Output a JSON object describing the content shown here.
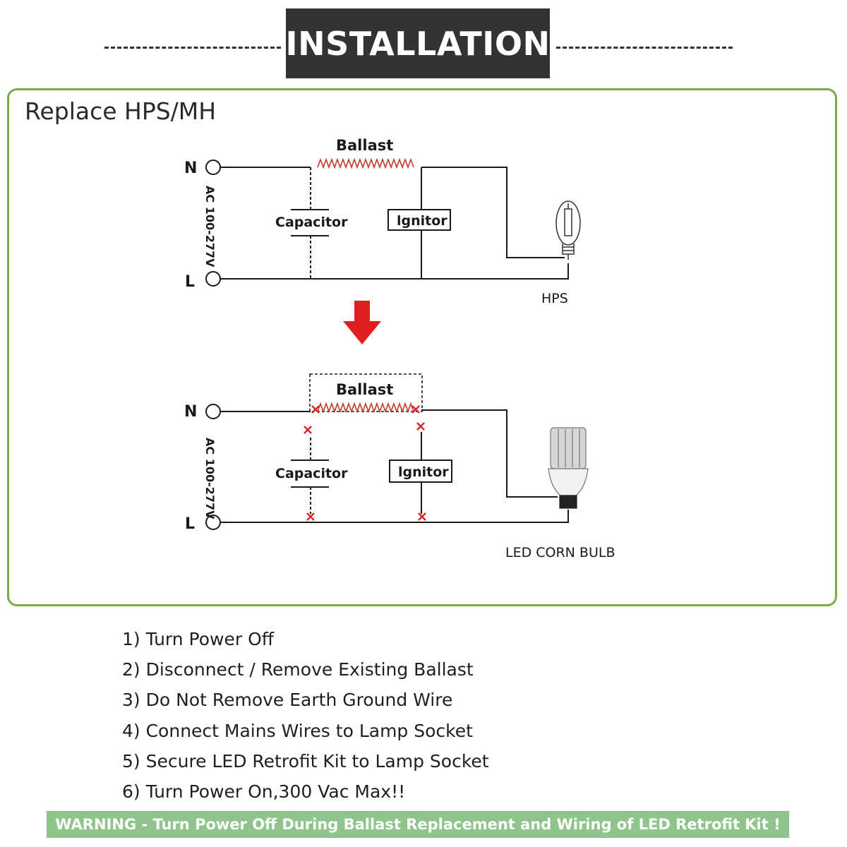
{
  "header": {
    "title": "INSTALLATION"
  },
  "panel": {
    "title": "Replace HPS/MH"
  },
  "diagram_before": {
    "ballast_label": "Ballast",
    "capacitor_label": "Capacitor",
    "ignitor_label": "lgnitor",
    "terminal_n": "N",
    "terminal_l": "L",
    "voltage_label": "AC 100-277V",
    "lamp_label": "HPS"
  },
  "diagram_after": {
    "ballast_label": "Ballast",
    "capacitor_label": "Capacitor",
    "ignitor_label": "lgnitor",
    "terminal_n": "N",
    "terminal_l": "L",
    "voltage_label": "AC 100-277V",
    "lamp_label": "LED CORN BULB"
  },
  "steps": [
    "1) Turn Power Off",
    "2) Disconnect / Remove Existing Ballast",
    "3) Do Not Remove Earth Ground Wire",
    "4) Connect Mains Wires to Lamp Socket",
    "5) Secure LED Retrofit Kit to Lamp Socket",
    "6) Turn Power On,300 Vac Max!!"
  ],
  "warning": "WARNING - Turn Power Off During Ballast Replacement and Wiring of LED Retrofit Kit !",
  "colors": {
    "panel_border": "#7aac45",
    "warning_bg": "#8fc48d",
    "arrow_red": "#e02020",
    "cut_mark": "#d9232a",
    "title_bg": "#333333"
  }
}
